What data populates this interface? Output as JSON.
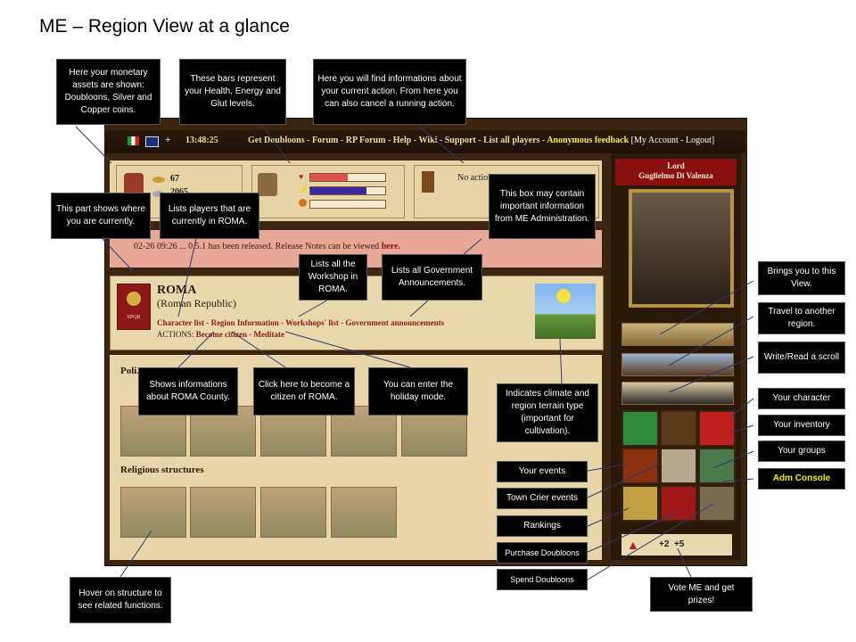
{
  "slide": {
    "title": "ME – Region View at a glance"
  },
  "topbar": {
    "clock": "13:48:25",
    "nav_text": "Get Doubloons - Forum - RP Forum - Help - Wiki - Support - List all players - ",
    "feedback": "Anonymous feedback",
    "account": " [My Account - Logout]"
  },
  "status": {
    "coins": [
      "67",
      "2065"
    ],
    "action_text": "No action"
  },
  "bars": [
    {
      "name": "health",
      "fraction": 0.5,
      "color": "#e05050"
    },
    {
      "name": "energy",
      "fraction": 0.75,
      "color": "#3a28a0"
    },
    {
      "name": "glut",
      "fraction": 0.0,
      "color": "#d88030"
    }
  ],
  "news": {
    "text": "02-26 09:26 ... 0.5.1 has been released. Release Notes can be viewed ",
    "link": "here."
  },
  "region": {
    "name": "ROMA",
    "subtitle": "(Roman Republic)",
    "emblem_text": "SPQR",
    "links": "Character list - Region Information - Workshops' list - Government announcements",
    "actions_label": "ACTIONS: ",
    "actions": "Become citizen - Meditate"
  },
  "structures": {
    "political_title": "Poli...",
    "religious_title": "Religious structures"
  },
  "sidebar": {
    "lord_line1": "Lord",
    "lord_line2": "Guglielmo Di Valenza",
    "vote_text": "+2  +5"
  },
  "callouts": {
    "monetary": "Here your monetary assets are shown: Doubloons, Silver and Copper coins.",
    "bars": "These bars represent your Health, Energy and Glut levels.",
    "action": "Here you will find informations about your current action. From here you can also cancel a running action.",
    "admin_box": "This box may contain important information from ME Administration.",
    "where": "This part shows where you are currently.",
    "players": "Lists players that are currently in ROMA.",
    "workshops": "Lists all the Workshop in ROMA.",
    "gov": "Lists all Government Announcements.",
    "county": "Shows informations about ROMA County.",
    "citizen": "Click here to become a citizen of ROMA.",
    "holiday": "You can enter the holiday mode.",
    "climate": "Indicates climate and region terrain type (important for cultivation).",
    "view": "Brings you to this View.",
    "travel": "Travel to another region.",
    "scroll": "Write/Read a scroll",
    "character": "Your character",
    "inventory": "Your inventory",
    "groups": "Your groups",
    "adm": "Adm  Console",
    "events": "Your events",
    "crier": "Town Crier events",
    "rankings": "Rankings",
    "purchase": "Purchase Doubloons",
    "spend": "Spend Doubloons",
    "hover": "Hover on structure to see related functions.",
    "vote": "Vote ME and get prizes!"
  },
  "colors": {
    "callout_bg": "#000000",
    "adm_text": "#f5f000",
    "link_red": "#8a1818"
  }
}
